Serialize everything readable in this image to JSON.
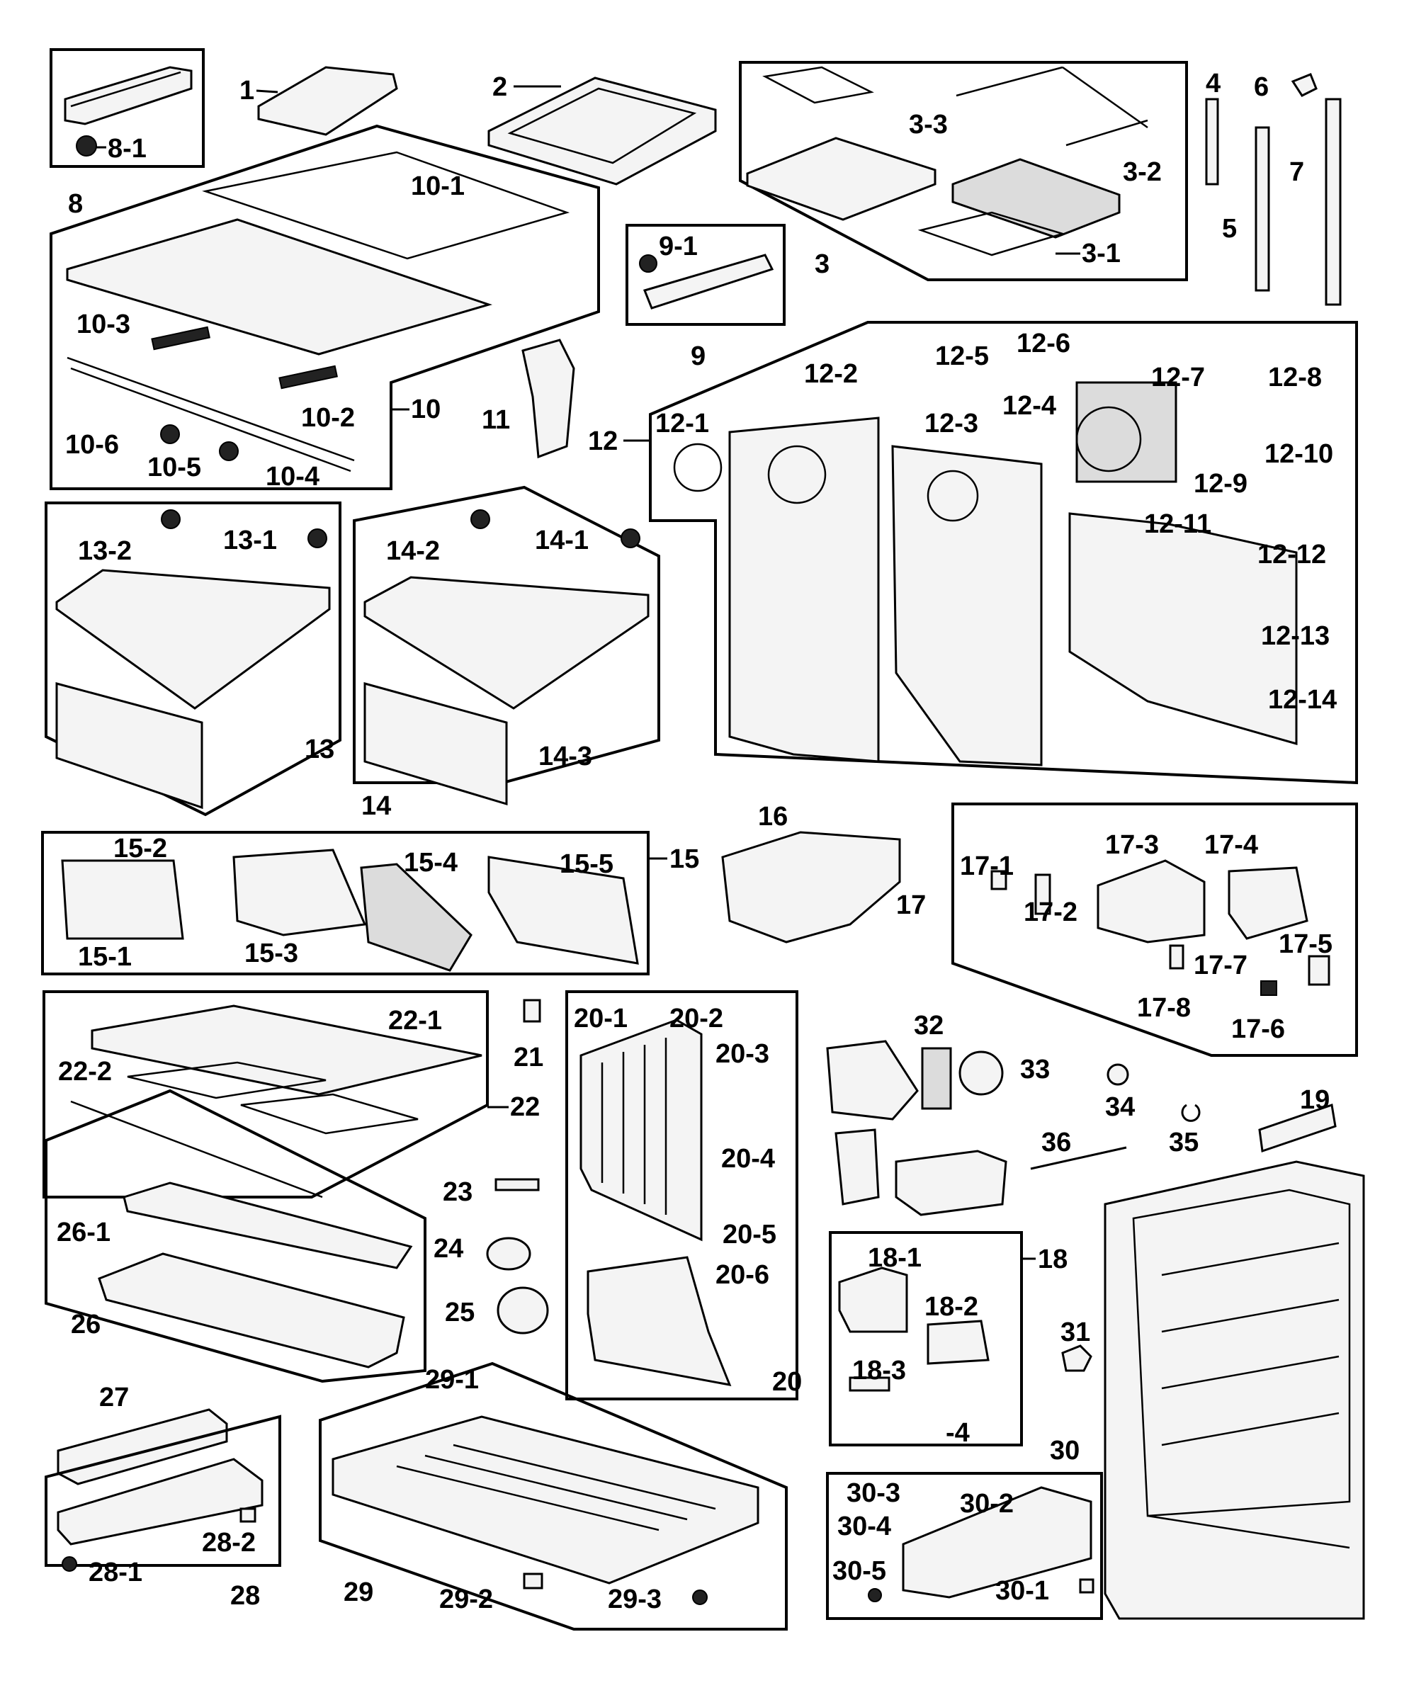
{
  "labels": {
    "p1": "1",
    "p2": "2",
    "p3": "3",
    "p3_1": "3-1",
    "p3_2": "3-2",
    "p3_3": "3-3",
    "p4": "4",
    "p5": "5",
    "p6": "6",
    "p7": "7",
    "p8": "8",
    "p8_1": "8-1",
    "p9": "9",
    "p9_1": "9-1",
    "p10": "10",
    "p10_1": "10-1",
    "p10_2": "10-2",
    "p10_3": "10-3",
    "p10_4": "10-4",
    "p10_5": "10-5",
    "p10_6": "10-6",
    "p11": "11",
    "p12": "12",
    "p12_1": "12-1",
    "p12_2": "12-2",
    "p12_3": "12-3",
    "p12_4": "12-4",
    "p12_5": "12-5",
    "p12_6": "12-6",
    "p12_7": "12-7",
    "p12_8": "12-8",
    "p12_9": "12-9",
    "p12_10": "12-10",
    "p12_11": "12-11",
    "p12_12": "12-12",
    "p12_13": "12-13",
    "p12_14": "12-14",
    "p13": "13",
    "p13_1": "13-1",
    "p13_2": "13-2",
    "p14": "14",
    "p14_1": "14-1",
    "p14_2": "14-2",
    "p14_3": "14-3",
    "p15": "15",
    "p15_1": "15-1",
    "p15_2": "15-2",
    "p15_3": "15-3",
    "p15_4": "15-4",
    "p15_5": "15-5",
    "p16": "16",
    "p17": "17",
    "p17_1": "17-1",
    "p17_2": "17-2",
    "p17_3": "17-3",
    "p17_4": "17-4",
    "p17_5": "17-5",
    "p17_6": "17-6",
    "p17_7": "17-7",
    "p17_8": "17-8",
    "p18": "18",
    "p18_1": "18-1",
    "p18_2": "18-2",
    "p18_3": "18-3",
    "p18_4": "-4",
    "p19": "19",
    "p20": "20",
    "p20_1": "20-1",
    "p20_2": "20-2",
    "p20_3": "20-3",
    "p20_4": "20-4",
    "p20_5": "20-5",
    "p20_6": "20-6",
    "p21": "21",
    "p22": "22",
    "p22_1": "22-1",
    "p22_2": "22-2",
    "p23": "23",
    "p24": "24",
    "p25": "25",
    "p26": "26",
    "p26_1": "26-1",
    "p27": "27",
    "p28": "28",
    "p28_1": "28-1",
    "p28_2": "28-2",
    "p29": "29",
    "p29_1": "29-1",
    "p29_2": "29-2",
    "p29_3": "29-3",
    "p30": "30",
    "p30_1": "30-1",
    "p30_2": "30-2",
    "p30_3": "30-3",
    "p30_4": "30-4",
    "p30_5": "30-5",
    "p31": "31",
    "p32": "32",
    "p33": "33",
    "p34": "34",
    "p35": "35",
    "p36": "36"
  }
}
